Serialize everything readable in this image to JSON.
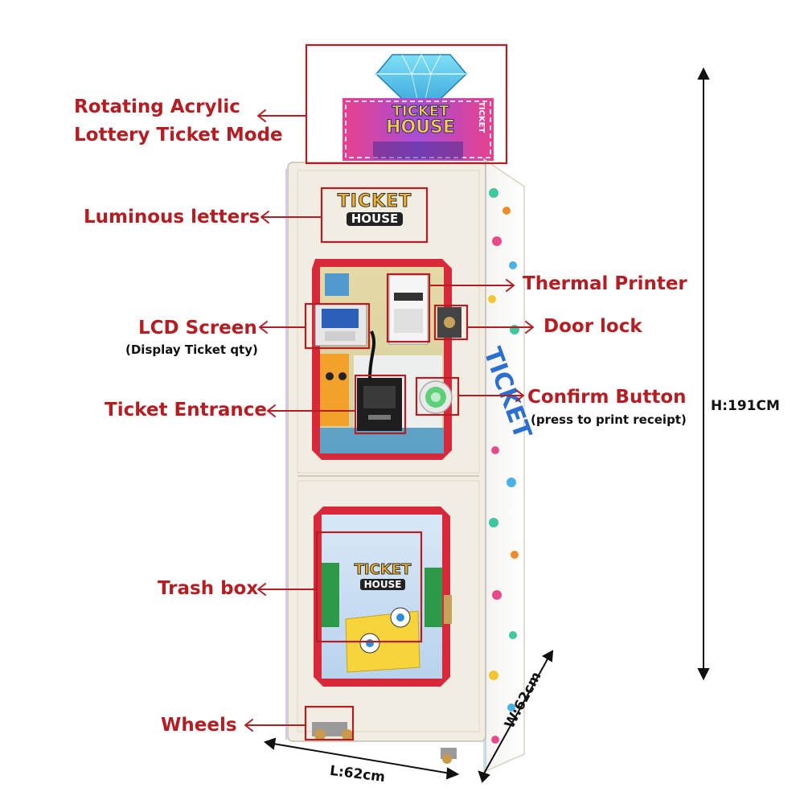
{
  "callouts": {
    "acrylic_line1": "Rotating Acrylic",
    "acrylic_line2": "Lottery Ticket Mode",
    "luminous": "Luminous letters",
    "lcd": "LCD Screen",
    "lcd_note": "(Display Ticket qty)",
    "ticket_entrance": "Ticket Entrance",
    "thermal_printer": "Thermal Printer",
    "door_lock": "Door lock",
    "confirm_button": "Confirm Button",
    "confirm_note": "(press to print receipt)",
    "trash_box": "Trash box",
    "wheels": "Wheels"
  },
  "dimensions": {
    "height": "H:191CM",
    "length": "L:62cm",
    "width": "W:62cm"
  },
  "logo": {
    "line1": "TICKET",
    "line2": "HOUSE",
    "sign_word": "TICKET"
  },
  "colors": {
    "callout_red": "#b41e22",
    "frame_red": "#d8283a",
    "cabinet": "#f1ede2"
  }
}
